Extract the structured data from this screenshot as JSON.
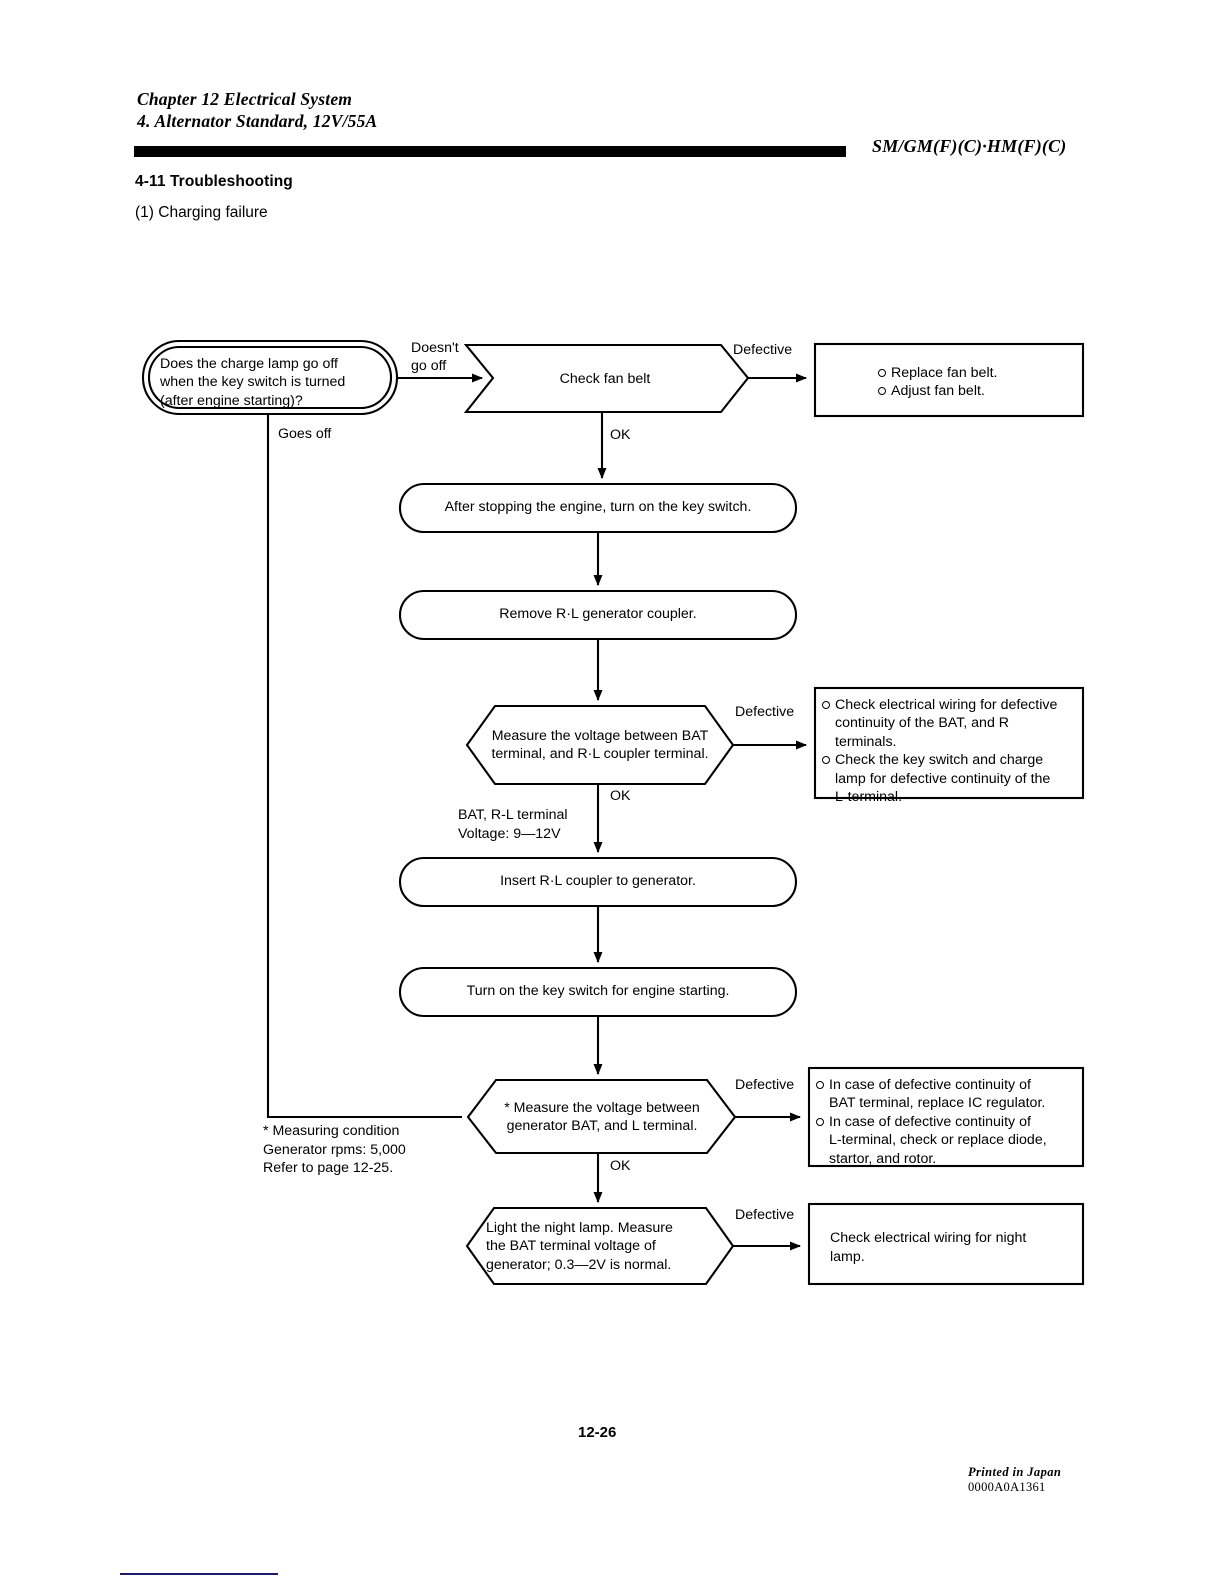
{
  "header": {
    "chapter": "Chapter 12 Electrical System",
    "section": "4. Alternator Standard, 12V/55A",
    "model": "SM/GM(F)(C)·HM(F)(C)"
  },
  "titles": {
    "section_title": "4-11 Troubleshooting",
    "sub_title": "(1) Charging failure"
  },
  "flow": {
    "start": {
      "label": "Does the charge lamp go off\nwhen the key switch is turned\n(after engine starting)?",
      "branch_yes": "Goes off",
      "branch_no": "Doesn't\ngo off"
    },
    "steps": [
      {
        "id": "check-fan-belt",
        "label": "Check fan belt",
        "shape": "decision",
        "out_ok": "OK",
        "out_bad": "Defective"
      },
      {
        "id": "stop-engine",
        "label": "After stopping the engine, turn on the key switch.",
        "shape": "process"
      },
      {
        "id": "remove-coupler",
        "label": "Remove R·L generator coupler.",
        "shape": "process"
      },
      {
        "id": "measure-bat-rl",
        "label": "Measure the voltage between BAT\nterminal, and R·L coupler terminal.",
        "shape": "decision",
        "out_ok": "OK",
        "out_bad": "Defective"
      },
      {
        "id": "insert-coupler",
        "label": "Insert R·L coupler to generator.",
        "shape": "process"
      },
      {
        "id": "turn-key",
        "label": "Turn on the key switch for engine starting.",
        "shape": "process"
      },
      {
        "id": "measure-bat-l",
        "label": "* Measure the voltage between\ngenerator BAT, and L terminal.",
        "shape": "decision",
        "out_ok": "OK",
        "out_bad": "Defective"
      },
      {
        "id": "night-lamp",
        "label": "Light the night lamp. Measure\nthe BAT terminal voltage of\ngenerator; 0.3—2V is normal.",
        "shape": "decision",
        "out_bad": "Defective"
      }
    ],
    "results": [
      {
        "id": "fan-belt-actions",
        "items": [
          "Replace fan belt.",
          "Adjust fan belt."
        ]
      },
      {
        "id": "bat-r-wiring-actions",
        "items": [
          "Check electrical wiring for defective\ncontinuity of the BAT, and R\nterminals.",
          "Check the key switch and charge\nlamp for defective continuity of the\nL-terminal."
        ]
      },
      {
        "id": "ic-regulator-actions",
        "items": [
          "In case of defective continuity of\nBAT terminal, replace IC regulator.",
          "In case of defective continuity of\nL-terminal, check or replace diode,\nstartor, and rotor."
        ]
      },
      {
        "id": "night-lamp-action",
        "plain": "Check electrical wiring for night\nlamp."
      }
    ],
    "annotations": {
      "bat_rl_voltage": "BAT, R-L terminal\nVoltage: 9—12V",
      "measuring_condition": "* Measuring condition\n  Generator rpms: 5,000\n  Refer to page 12-25."
    }
  },
  "footer": {
    "page_number": "12-26",
    "printed": "Printed in Japan",
    "part_number": "0000A0A1361"
  }
}
